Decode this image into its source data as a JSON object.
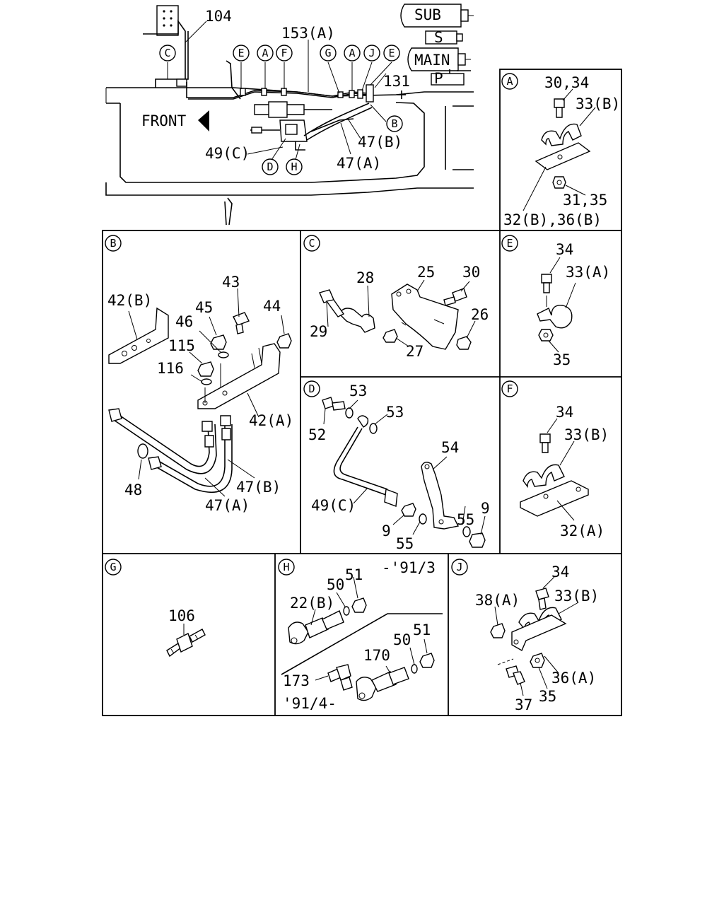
{
  "main_view": {
    "front_label": "FRONT",
    "callouts": {
      "p104": "104",
      "p153a": "153(A)",
      "p131": "131",
      "p49c": "49(C)",
      "p47b": "47(B)",
      "p47a": "47(A)"
    },
    "tanks": {
      "sub": "SUB",
      "s": "S",
      "main": "MAIN",
      "p": "P"
    },
    "circle_refs": {
      "c": "C",
      "e1": "E",
      "a1": "A",
      "f": "F",
      "g": "G",
      "a2": "A",
      "j": "J",
      "e2": "E",
      "b": "B",
      "d": "D",
      "h": "H"
    }
  },
  "detail_a": {
    "id": "A",
    "p30_34": "30,34",
    "p33b": "33(B)",
    "p31_35": "31,35",
    "p32b_36b": "32(B),36(B)"
  },
  "detail_b": {
    "id": "B",
    "p42b": "42(B)",
    "p43": "43",
    "p44": "44",
    "p45": "45",
    "p46": "46",
    "p115": "115",
    "p116": "116",
    "p42a": "42(A)",
    "p48": "48",
    "p47b": "47(B)",
    "p47a": "47(A)"
  },
  "detail_c": {
    "id": "C",
    "p28": "28",
    "p25": "25",
    "p30": "30",
    "p26": "26",
    "p29": "29",
    "p27": "27"
  },
  "detail_e": {
    "id": "E",
    "p34": "34",
    "p33a": "33(A)",
    "p35": "35"
  },
  "detail_d": {
    "id": "D",
    "p53a": "53",
    "p53b": "53",
    "p52": "52",
    "p54": "54",
    "p49c": "49(C)",
    "p55a": "55",
    "p9a": "9",
    "p9b": "9",
    "p55b": "55"
  },
  "detail_f": {
    "id": "F",
    "p34": "34",
    "p33b": "33(B)",
    "p32a": "32(A)"
  },
  "detail_g": {
    "id": "G",
    "p106": "106"
  },
  "detail_h": {
    "id": "H",
    "date_upper": "-'91/3",
    "p51a": "51",
    "p50a": "50",
    "p22b": "22(B)",
    "p170": "170",
    "p50b": "50",
    "p51b": "51",
    "p173": "173",
    "date_lower": "'91/4-"
  },
  "detail_j": {
    "id": "J",
    "p34": "34",
    "p38a": "38(A)",
    "p33b": "33(B)",
    "p36a": "36(A)",
    "p37": "37",
    "p35": "35"
  }
}
